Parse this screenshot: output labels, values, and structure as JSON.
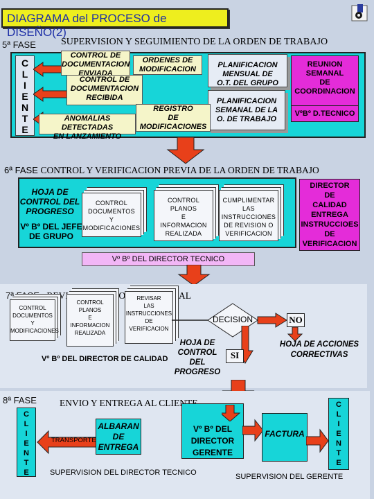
{
  "title": "DIAGRAMA del PROCESO de DISEÑO(2)",
  "colors": {
    "background": "#c9d3e3",
    "title_bg": "#eeee1e",
    "cyan": "#17d5d8",
    "magenta": "#e42cd9",
    "pink": "#f2b6f6",
    "arrow": "#e8401a"
  },
  "phase5": {
    "label": "5ª FASE",
    "heading": "SUPERVISION Y SEGUIMIENTO DE LA ORDEN DE TRABAJO",
    "cliente": [
      "C",
      "L",
      "I",
      "E",
      "N",
      "T",
      "E"
    ],
    "doc_enviada": [
      "CONTROL DE",
      "DOCUMENTACION",
      "ENVIADA"
    ],
    "ordenes": [
      "ORDENES DE",
      "MODIFICACION"
    ],
    "doc_recibida": [
      "CONTROL DE",
      "DOCUMENTACION",
      "RECIBIDA"
    ],
    "planificacion_mensual": [
      "PLANIFICACION",
      "MENSUAL DE",
      "O.T. DEL GRUPO"
    ],
    "planificacion_semanal": [
      "PLANIFICACION",
      "SEMANAL DE LA",
      "O. DE TRABAJO"
    ],
    "registro": [
      "REGISTRO",
      "DE",
      "MODIFICACIONES"
    ],
    "anomalias": [
      "ANOMALIAS DETECTADAS",
      "EN LANZAMIENTO"
    ],
    "reunion": [
      "REUNION",
      "SEMANAL",
      "DE",
      "COORDINACION"
    ],
    "vb_tecnico": "VºBº D.TECNICO"
  },
  "phase6": {
    "label": "6ª FASE",
    "heading": "CONTROL Y VERIFICACION PREVIA DE LA ORDEN DE TRABAJO",
    "hoja": [
      "HOJA DE",
      "CONTROL DEL",
      "PROGRESO"
    ],
    "vb_jefe": [
      "Vº Bº DEL JEFE",
      "DE GRUPO"
    ],
    "doc1": [
      "CONTROL",
      "DOCUMENTOS",
      "Y",
      "MODIFICACIONES"
    ],
    "doc2": [
      "CONTROL",
      "PLANOS",
      "E",
      "INFORMACION",
      "REALIZADA"
    ],
    "doc3": [
      "CUMPLIMENTAR",
      "LAS",
      "INSTRUCCIONES",
      "DE REVISION O",
      "VERIFICACION"
    ],
    "director": [
      "DIRECTOR",
      "DE",
      "CALIDAD",
      "ENTREGA",
      "INSTRUCCIOES",
      "DE",
      "VERIFICACION"
    ],
    "vb_director_tecnico": "Vº Bº DEL DIRECTOR TECNICO"
  },
  "phase7": {
    "label": "7ª FASE",
    "heading": "REVISION Y APROBACION FINAL",
    "doc1": [
      "CONTROL",
      "DOCUMENTOS",
      "Y",
      "MODIFICACIONES"
    ],
    "doc2": [
      "CONTROL",
      "PLANOS",
      "E",
      "INFORMACION",
      "REALIZADA"
    ],
    "doc3": [
      "REVISAR",
      "LAS",
      "INSTRUCCIONES",
      "DE",
      "VERIFICACION"
    ],
    "decision": "DECISION",
    "no": "NO",
    "si": "SI",
    "hoja": [
      "HOJA DE",
      "CONTROL DEL",
      "PROGRESO"
    ],
    "vb_calidad": "Vº Bº DEL DIRECTOR DE CALIDAD",
    "acciones": [
      "HOJA DE ACCIONES",
      "CORRECTIVAS"
    ]
  },
  "phase8": {
    "label": "8ª FASE",
    "heading": "ENVIO Y ENTREGA AL CLIENTE",
    "cliente_left": [
      "C",
      "L",
      "I",
      "E",
      "N",
      "T",
      "E"
    ],
    "cliente_right": [
      "C",
      "L",
      "I",
      "E",
      "N",
      "T",
      "E"
    ],
    "transporte": "TRANSPORTE",
    "albaran": [
      "ALBARAN",
      "DE",
      "ENTREGA"
    ],
    "vb_gerente": [
      "Vº Bº DEL",
      "DIRECTOR",
      "GERENTE"
    ],
    "factura": "FACTURA",
    "sup_tecnico": "SUPERVISION DEL DIRECTOR TECNICO",
    "sup_gerente": "SUPERVISION DEL GERENTE"
  }
}
